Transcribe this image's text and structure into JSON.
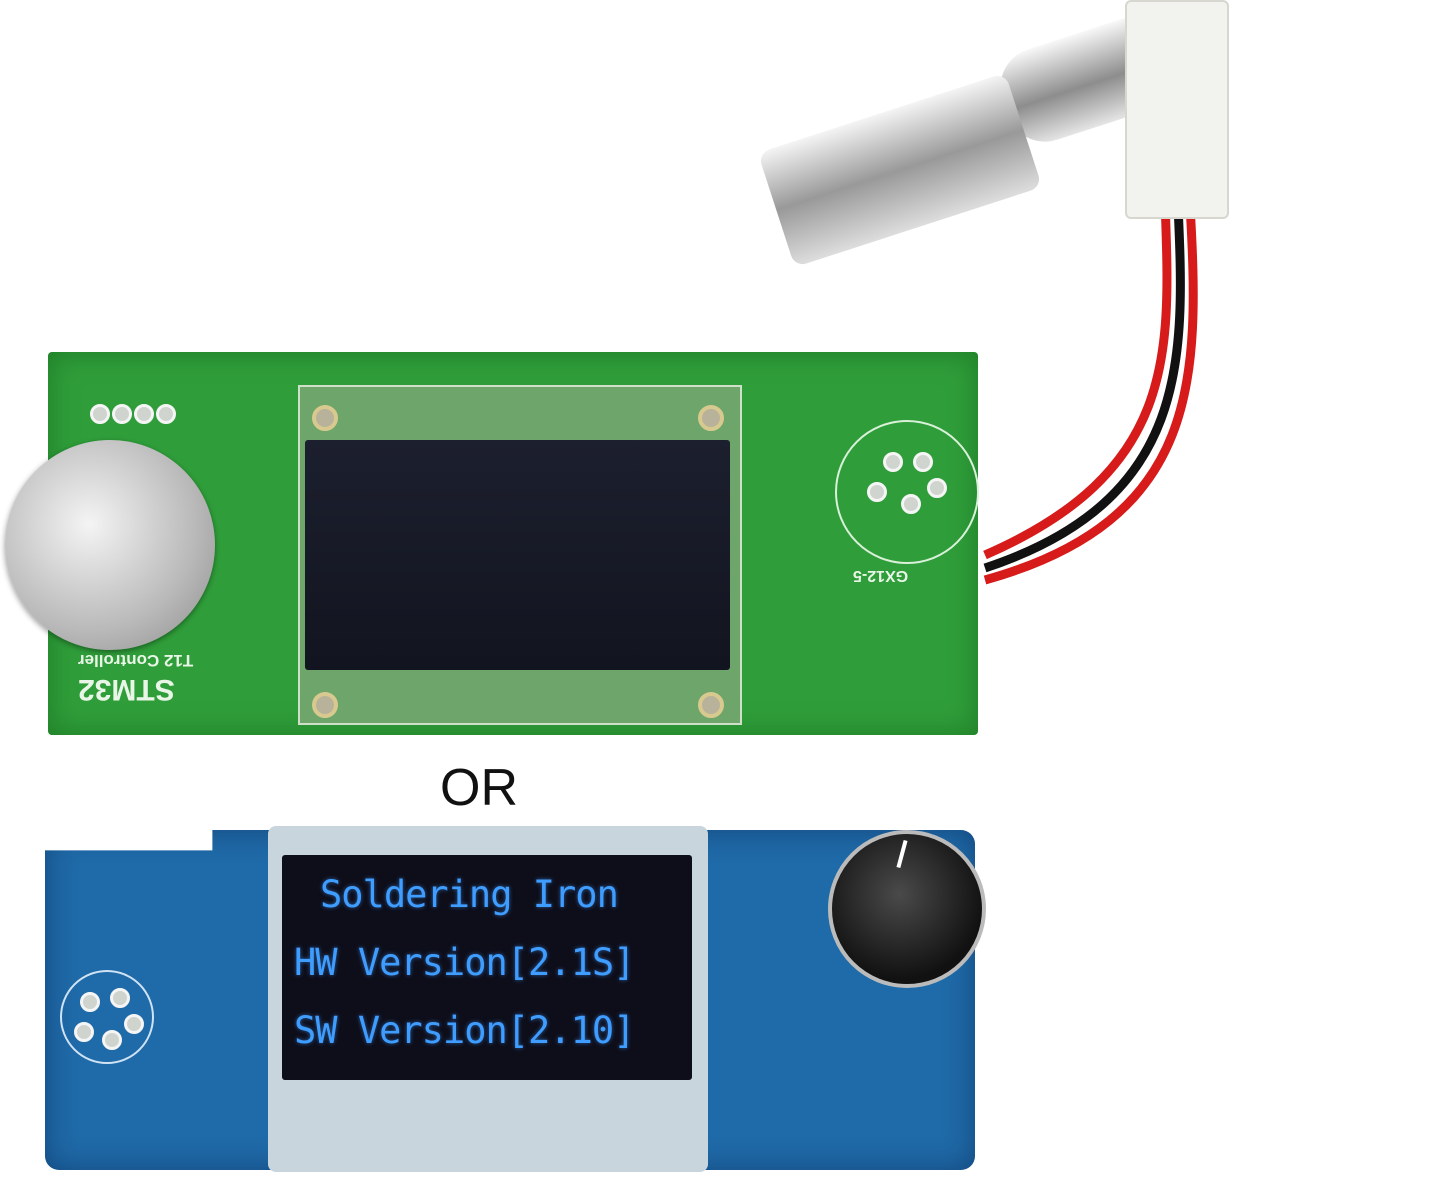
{
  "green_board": {
    "silkscreen_model": "STM32",
    "silkscreen_title": "T12 Controller",
    "connector_label": "GX12-5"
  },
  "separator": {
    "label": "OR"
  },
  "blue_board": {
    "display_lines": [
      "Soldering Iron",
      "HW Version[2.1S]",
      "SW Version[2.10]"
    ]
  },
  "colors": {
    "green_pcb": "#2f9e3a",
    "blue_pcb": "#1f6aa8",
    "oled_text": "#3f9dff"
  }
}
